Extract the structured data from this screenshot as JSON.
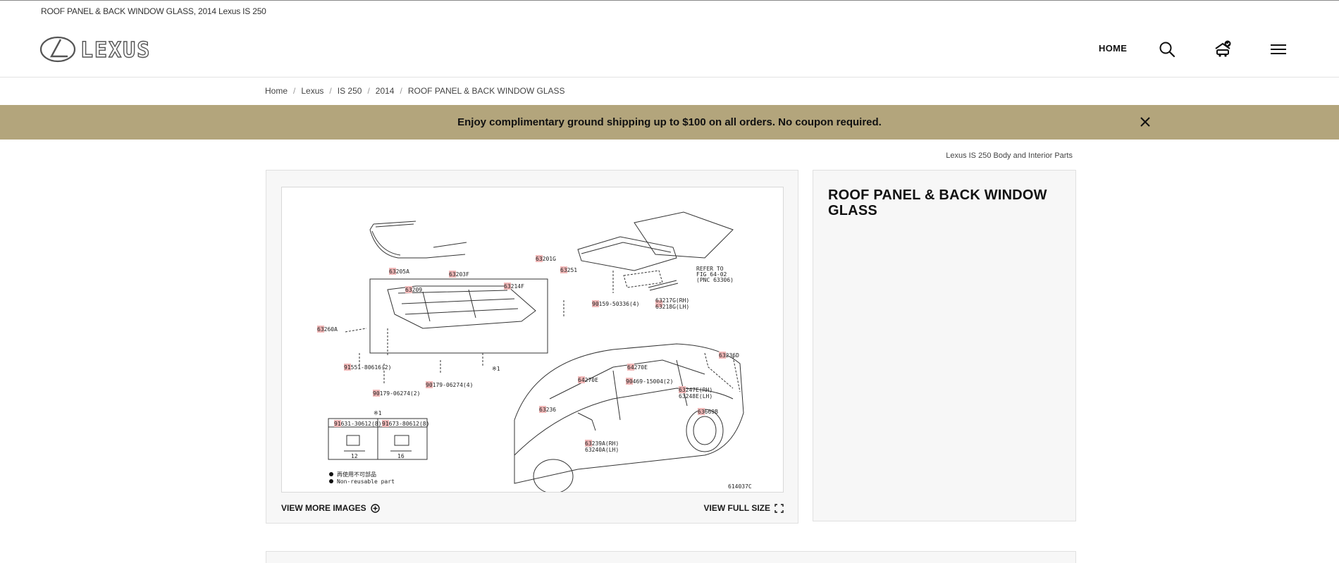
{
  "page": {
    "small_title": "ROOF PANEL & BACK WINDOW GLASS, 2014 Lexus IS 250"
  },
  "header": {
    "logo_text": "LEXUS",
    "home_label": "HOME"
  },
  "breadcrumb": [
    {
      "label": "Home"
    },
    {
      "label": "Lexus"
    },
    {
      "label": "IS 250"
    },
    {
      "label": "2014"
    },
    {
      "label": "ROOF PANEL & BACK WINDOW GLASS"
    }
  ],
  "promo": {
    "text": "Enjoy complimentary ground shipping up to $100 on all orders. No coupon required."
  },
  "section_link": "Lexus IS 250 Body and Interior Parts",
  "diagram": {
    "labels": {
      "p63205A": "63205A",
      "p63203F": "63203F",
      "p63209": "63209",
      "p63214F": "63214F",
      "p63201G": "63201G",
      "p63251": "63251",
      "p63260A": "63260A",
      "p90159": "90159-50336(4)",
      "p63217G": "63217G(RH)",
      "p63218G": "63218G(LH)",
      "refer1": "REFER TO",
      "refer2": "FIG 64-02",
      "refer3": "(PNC 63306)",
      "p91551": "91551-80616(2)",
      "p90179a": "90179-06274(4)",
      "p90179b": "90179-06274(2)",
      "x1a": "※1",
      "x1b": "※1",
      "p91631": "91631-30612(8)",
      "p91673": "91673-80612(8)",
      "dim12": "12",
      "dim16": "16",
      "legend1": "再使用不可部品",
      "legend2": "Non-reusable part",
      "p63236D": "63236D",
      "p64270E_a": "64270E",
      "p64270E_b": "64270E",
      "p90469": "90469-15004(2)",
      "p63247E": "63247E(RH)",
      "p63248E": "63248E(LH)",
      "p63236": "63236",
      "p63669B": "63669B",
      "p63239A": "63239A(RH)",
      "p63240A": "63240A(LH)",
      "code": "614037C"
    }
  },
  "image_actions": {
    "view_more": "VIEW MORE IMAGES",
    "view_full": "VIEW FULL SIZE"
  },
  "product": {
    "title": "ROOF PANEL & BACK WINDOW GLASS"
  }
}
